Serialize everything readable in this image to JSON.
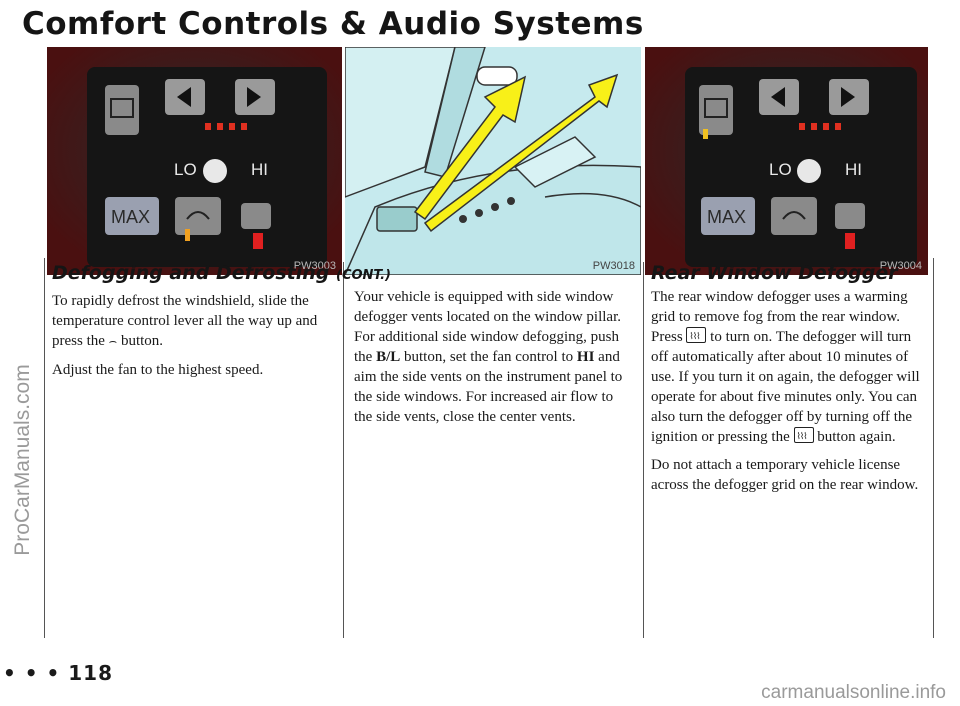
{
  "page": {
    "title": "Comfort Controls & Audio Systems",
    "page_number": "• • • 118",
    "watermark_left": "ProCarManuals.com",
    "watermark_bottom": "carmanualsonline.info"
  },
  "photos": [
    {
      "tag": "PW3003",
      "lo": "LO",
      "hi": "HI",
      "max": "MAX"
    },
    {
      "tag": "PW3018"
    },
    {
      "tag": "PW3004",
      "lo": "LO",
      "hi": "HI",
      "max": "MAX"
    }
  ],
  "col1": {
    "heading": "Defogging and Defrosting",
    "heading_suffix": "(CONT.)",
    "p1_a": "To rapidly defrost the windshield, slide the temperature control lever all the way up and press the",
    "p1_b": "button.",
    "p2": "Adjust the fan to the highest speed."
  },
  "col2": {
    "p1_a": "Your vehicle is equipped with side window defogger vents located on the window pillar. For additional side window defogging, push the",
    "bl": "B/L",
    "p1_b": "button, set the fan control to",
    "hi": "HI",
    "p1_c": "and aim the side vents on the instrument panel to the side windows. For increased air flow to the side vents, close the center vents."
  },
  "col3": {
    "heading": "Rear Window Defogger",
    "p1_a": "The rear window defogger uses a warming grid to remove fog from the rear window. Press",
    "p1_b": "to turn on. The defogger will turn off automatically after about 10 minutes of use. If you turn it on again, the defogger will operate for about five minutes only. You can also turn the defogger off by turning off the ignition or pressing the",
    "p1_c": "button again.",
    "p2": "Do not attach a temporary vehicle license across the defogger grid on the rear window."
  }
}
